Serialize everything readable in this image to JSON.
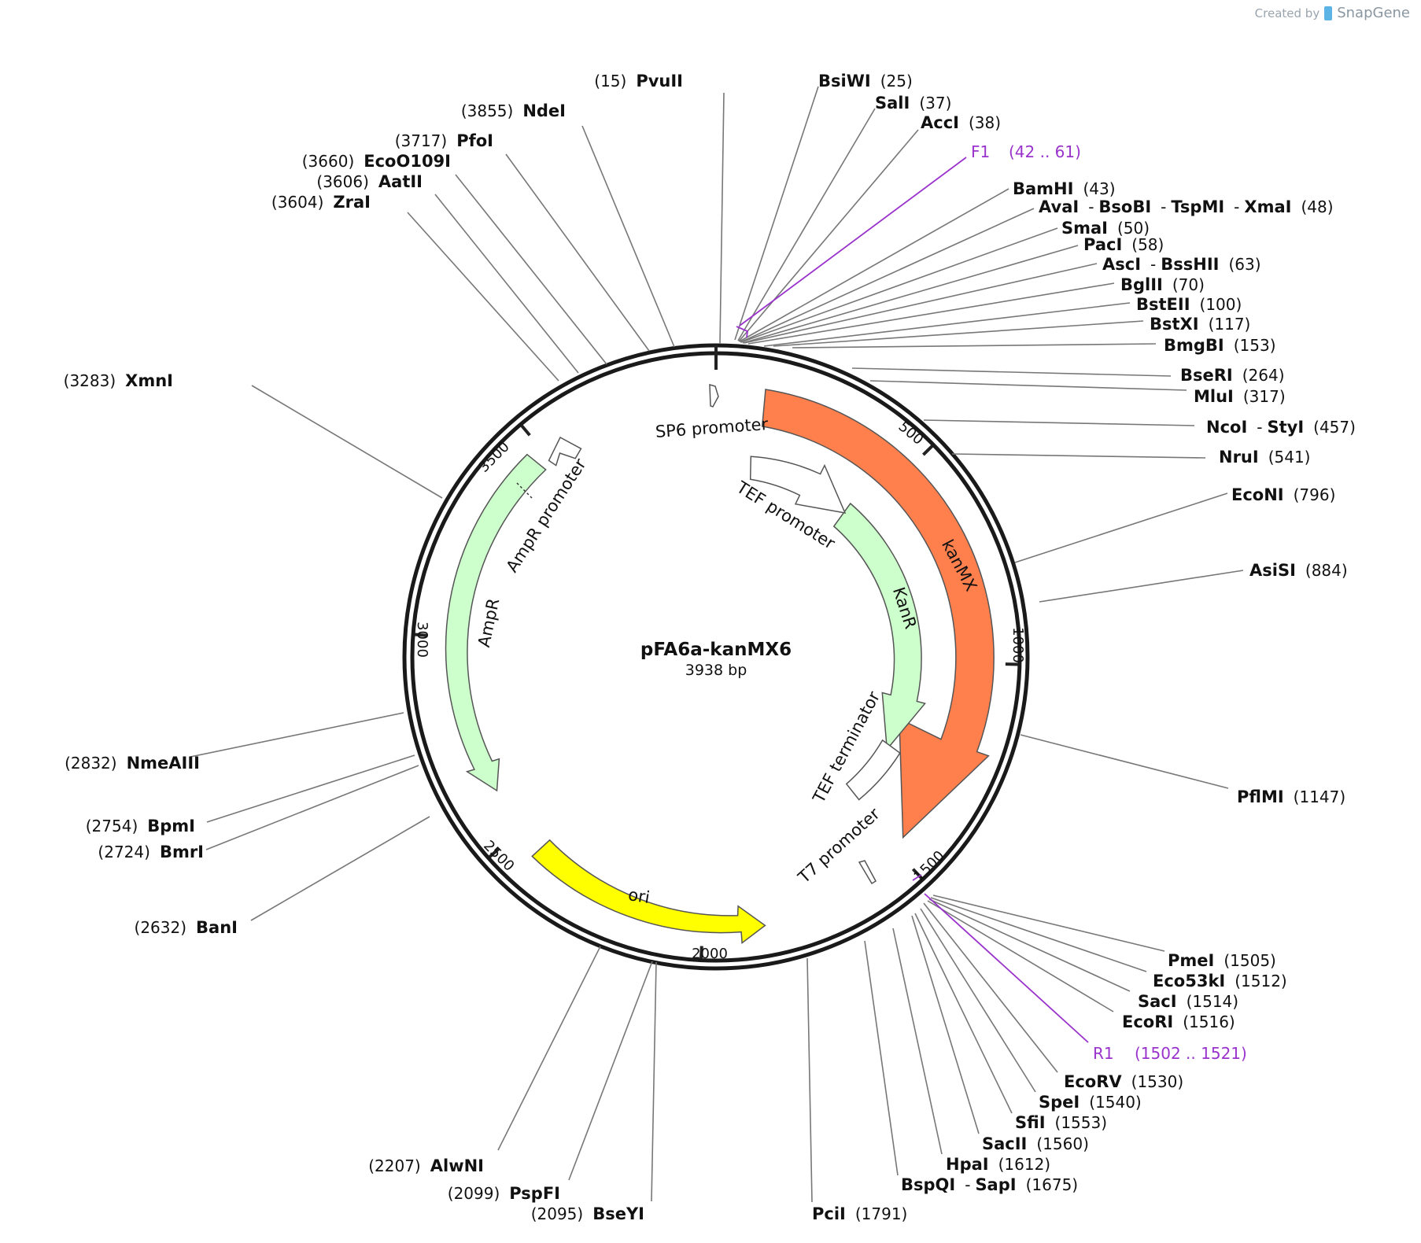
{
  "credit": {
    "prefix": "Created by",
    "brand": "SnapGene"
  },
  "plasmid": {
    "name": "pFA6a-kanMX6",
    "length_label": "3938 bp",
    "length": 3938
  },
  "ticks": [
    "500",
    "1000",
    "1500",
    "2000",
    "2500",
    "3000",
    "3500"
  ],
  "features": [
    {
      "name": "kanMX",
      "color": "#ff7f4d"
    },
    {
      "name": "KanR",
      "color": "#ccffcc"
    },
    {
      "name": "AmpR",
      "color": "#ccffcc"
    },
    {
      "name": "ori",
      "color": "#ffff00"
    },
    {
      "name": "SP6 promoter",
      "color": "#ffffff"
    },
    {
      "name": "TEF promoter",
      "color": "#ffffff"
    },
    {
      "name": "TEF terminator",
      "color": "#ffffff"
    },
    {
      "name": "AmpR promoter",
      "color": "#ffffff"
    },
    {
      "name": "T7 promoter",
      "color": "#ffffff"
    }
  ],
  "primers": [
    {
      "name": "F1",
      "range": "(42 .. 61)"
    },
    {
      "name": "R1",
      "range": "(1502 .. 1521)"
    }
  ],
  "sites": [
    {
      "enzymes": [
        "PvuII"
      ],
      "pos": "(15)"
    },
    {
      "enzymes": [
        "NdeI"
      ],
      "pos": "(3855)"
    },
    {
      "enzymes": [
        "PfoI"
      ],
      "pos": "(3717)"
    },
    {
      "enzymes": [
        "EcoO109I"
      ],
      "pos": "(3660)"
    },
    {
      "enzymes": [
        "AatII"
      ],
      "pos": "(3606)"
    },
    {
      "enzymes": [
        "ZraI"
      ],
      "pos": "(3604)"
    },
    {
      "enzymes": [
        "XmnI"
      ],
      "pos": "(3283)"
    },
    {
      "enzymes": [
        "NmeAIII"
      ],
      "pos": "(2832)"
    },
    {
      "enzymes": [
        "BpmI"
      ],
      "pos": "(2754)"
    },
    {
      "enzymes": [
        "BmrI"
      ],
      "pos": "(2724)"
    },
    {
      "enzymes": [
        "BanI"
      ],
      "pos": "(2632)"
    },
    {
      "enzymes": [
        "AlwNI"
      ],
      "pos": "(2207)"
    },
    {
      "enzymes": [
        "PspFI"
      ],
      "pos": "(2099)"
    },
    {
      "enzymes": [
        "BseYI"
      ],
      "pos": "(2095)"
    },
    {
      "enzymes": [
        "PciI"
      ],
      "pos": "(1791)"
    },
    {
      "enzymes": [
        "BspQI",
        "SapI"
      ],
      "pos": "(1675)"
    },
    {
      "enzymes": [
        "HpaI"
      ],
      "pos": "(1612)"
    },
    {
      "enzymes": [
        "SacII"
      ],
      "pos": "(1560)"
    },
    {
      "enzymes": [
        "SfiI"
      ],
      "pos": "(1553)"
    },
    {
      "enzymes": [
        "SpeI"
      ],
      "pos": "(1540)"
    },
    {
      "enzymes": [
        "EcoRV"
      ],
      "pos": "(1530)"
    },
    {
      "enzymes": [
        "EcoRI"
      ],
      "pos": "(1516)"
    },
    {
      "enzymes": [
        "SacI"
      ],
      "pos": "(1514)"
    },
    {
      "enzymes": [
        "Eco53kI"
      ],
      "pos": "(1512)"
    },
    {
      "enzymes": [
        "PmeI"
      ],
      "pos": "(1505)"
    },
    {
      "enzymes": [
        "PflMI"
      ],
      "pos": "(1147)"
    },
    {
      "enzymes": [
        "AsiSI"
      ],
      "pos": "(884)"
    },
    {
      "enzymes": [
        "EcoNI"
      ],
      "pos": "(796)"
    },
    {
      "enzymes": [
        "NruI"
      ],
      "pos": "(541)"
    },
    {
      "enzymes": [
        "NcoI",
        "StyI"
      ],
      "pos": "(457)"
    },
    {
      "enzymes": [
        "MluI"
      ],
      "pos": "(317)"
    },
    {
      "enzymes": [
        "BseRI"
      ],
      "pos": "(264)"
    },
    {
      "enzymes": [
        "BmgBI"
      ],
      "pos": "(153)"
    },
    {
      "enzymes": [
        "BstXI"
      ],
      "pos": "(117)"
    },
    {
      "enzymes": [
        "BstEII"
      ],
      "pos": "(100)"
    },
    {
      "enzymes": [
        "BglII"
      ],
      "pos": "(70)"
    },
    {
      "enzymes": [
        "AscI",
        "BssHII"
      ],
      "pos": "(63)"
    },
    {
      "enzymes": [
        "PacI"
      ],
      "pos": "(58)"
    },
    {
      "enzymes": [
        "SmaI"
      ],
      "pos": "(50)"
    },
    {
      "enzymes": [
        "AvaI",
        "BsoBI",
        "TspMI",
        "XmaI"
      ],
      "pos": "(48)"
    },
    {
      "enzymes": [
        "BamHI"
      ],
      "pos": "(43)"
    },
    {
      "enzymes": [
        "AccI"
      ],
      "pos": "(38)"
    },
    {
      "enzymes": [
        "SalI"
      ],
      "pos": "(37)"
    },
    {
      "enzymes": [
        "BsiWI"
      ],
      "pos": "(25)"
    }
  ]
}
